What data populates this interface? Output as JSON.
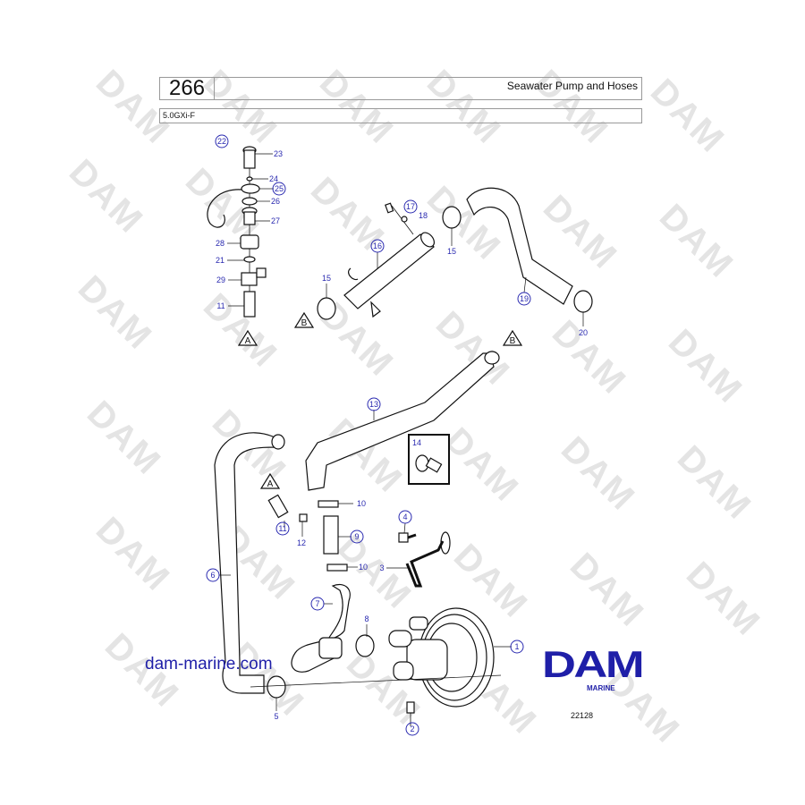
{
  "header": {
    "page_number": "266",
    "title": "Seawater Pump and Hoses",
    "model": "5.0GXi-F"
  },
  "watermark": {
    "text": "DAM",
    "color": "#e4e4e4"
  },
  "callouts": {
    "c1": "1",
    "c2": "2",
    "c3": "3",
    "c4": "4",
    "c5": "5",
    "c6": "6",
    "c7": "7",
    "c8": "8",
    "c9": "9",
    "c10a": "10",
    "c10b": "10",
    "c11a": "11",
    "c11b": "11",
    "c12": "12",
    "c13": "13",
    "c14": "14",
    "c15a": "15",
    "c15b": "15",
    "c16": "16",
    "c17": "17",
    "c18": "18",
    "c19": "19",
    "c20": "20",
    "c21": "21",
    "c22": "22",
    "c23": "23",
    "c24": "24",
    "c25": "25",
    "c26": "26",
    "c27": "27",
    "c28": "28",
    "c29": "29"
  },
  "connectors": {
    "a_top": "A",
    "a_mid": "A",
    "b_left": "B",
    "b_right": "B"
  },
  "footer": {
    "website": "dam-marine.com",
    "logo": "DAM",
    "logo_sub": "MARINE",
    "ref_number": "22128",
    "brand_color": "#1f1fa8"
  }
}
